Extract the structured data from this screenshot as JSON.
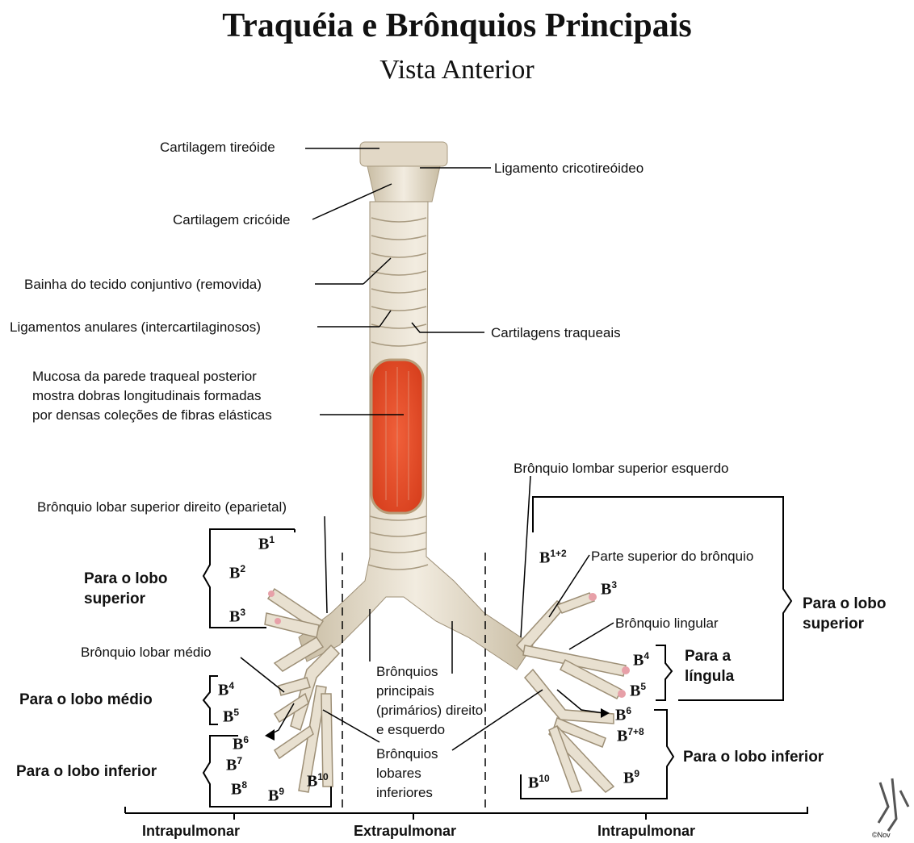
{
  "title": "Traquéia e Brônquios Principais",
  "subtitle": "Vista Anterior",
  "labels": {
    "thyroid": "Cartilagem tireóide",
    "cricothyroid": "Ligamento cricotireóideo",
    "cricoid": "Cartilagem cricóide",
    "sheath": "Bainha do tecido conjuntivo (removida)",
    "annular": "Ligamentos anulares (intercartilaginosos)",
    "tracheal_cart": "Cartilagens traqueais",
    "mucosa_1": "Mucosa da parede traqueal posterior",
    "mucosa_2": "mostra dobras longitudinais formadas",
    "mucosa_3": "por densas coleções de fibras elásticas",
    "left_upper_lobar": "Brônquio lombar superior esquerdo",
    "right_upper_lobar": "Brônquio lobar superior direito (eparietal)",
    "upper_part": "Parte superior do brônquio",
    "lingular": "Brônquio lingular",
    "middle_lobar": "Brônquio lobar médio",
    "main_1": "Brônquios",
    "main_2": "principais",
    "main_3": "(primários) direito",
    "main_4": "e esquerdo",
    "inferior_1": "Brônquios",
    "inferior_2": "lobares",
    "inferior_3": "inferiores"
  },
  "lobes": {
    "right_upper_1": "Para o lobo",
    "right_upper_2": "superior",
    "right_middle": "Para o lobo médio",
    "right_inferior": "Para o lobo inferior",
    "left_upper_1": "Para o lobo",
    "left_upper_2": "superior",
    "lingula_1": "Para a",
    "lingula_2": "língula",
    "left_inferior": "Para o lobo inferior"
  },
  "segments": {
    "r_b1": "B",
    "r_b1_sup": "1",
    "r_b2": "B",
    "r_b2_sup": "2",
    "r_b3": "B",
    "r_b3_sup": "3",
    "r_b4": "B",
    "r_b4_sup": "4",
    "r_b5": "B",
    "r_b5_sup": "5",
    "r_b6": "B",
    "r_b6_sup": "6",
    "r_b7": "B",
    "r_b7_sup": "7",
    "r_b8": "B",
    "r_b8_sup": "8",
    "r_b9": "B",
    "r_b9_sup": "9",
    "r_b10": "B",
    "r_b10_sup": "10",
    "l_b12": "B",
    "l_b12_sup": "1+2",
    "l_b3": "B",
    "l_b3_sup": "3",
    "l_b4": "B",
    "l_b4_sup": "4",
    "l_b5": "B",
    "l_b5_sup": "5",
    "l_b6": "B",
    "l_b6_sup": "6",
    "l_b78": "B",
    "l_b78_sup": "7+8",
    "l_b9": "B",
    "l_b9_sup": "9",
    "l_b10": "B",
    "l_b10_sup": "10"
  },
  "regions": {
    "intra_left": "Intrapulmonar",
    "extra": "Extrapulmonar",
    "intra_right": "Intrapulmonar"
  },
  "logo_text": "©Nov"
}
